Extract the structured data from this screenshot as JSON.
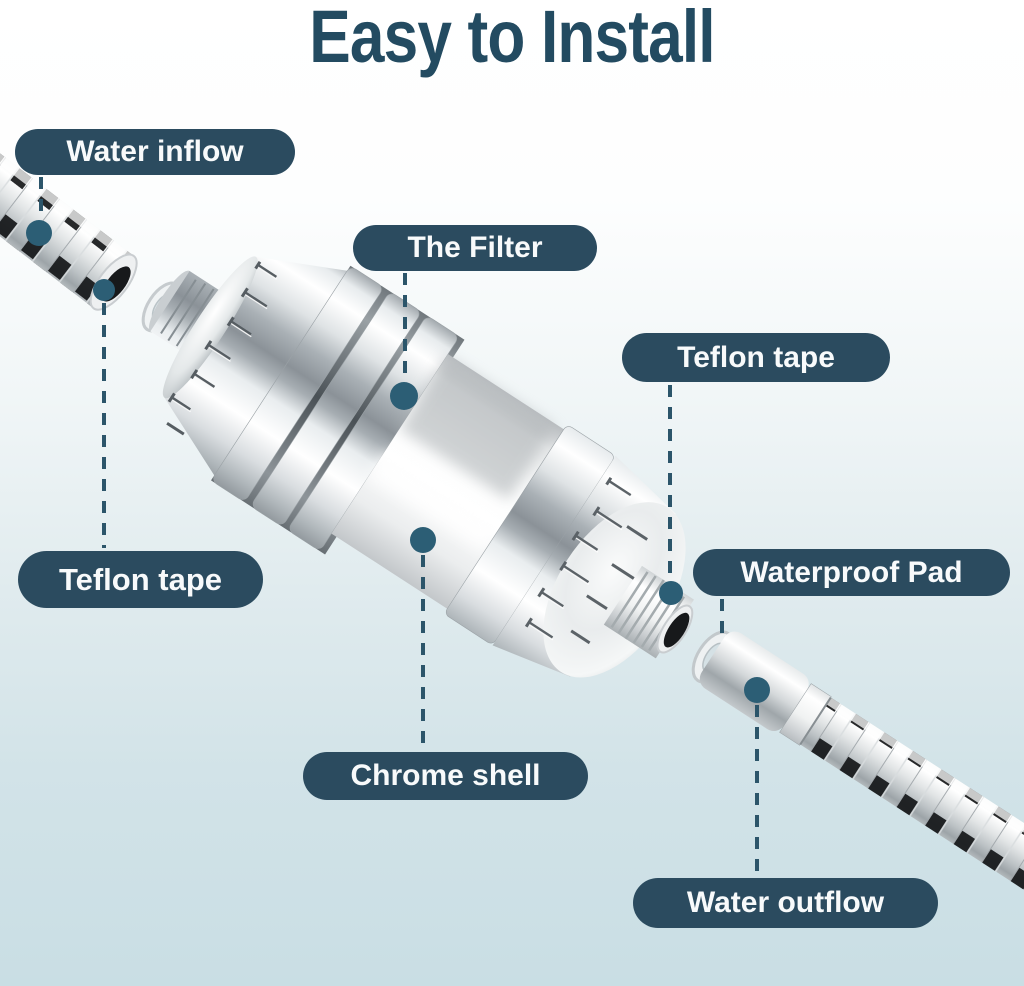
{
  "title": "Easy to Install",
  "callouts": [
    {
      "id": "water-inflow",
      "label": "Water inflow"
    },
    {
      "id": "the-filter",
      "label": "The Filter"
    },
    {
      "id": "teflon-tape-right",
      "label": "Teflon tape"
    },
    {
      "id": "teflon-tape-left",
      "label": "Teflon tape"
    },
    {
      "id": "waterproof-pad",
      "label": "Waterproof Pad"
    },
    {
      "id": "chrome-shell",
      "label": "Chrome shell"
    },
    {
      "id": "water-outflow",
      "label": "Water outflow"
    }
  ],
  "colors": {
    "title": "#234b61",
    "pill_bg": "#2b4b5f",
    "pill_text": "#f8fafb",
    "connector": "#2c556a",
    "dot": "#2c5e75",
    "bg_top": "#ffffff",
    "bg_bottom": "#c9dee4"
  }
}
